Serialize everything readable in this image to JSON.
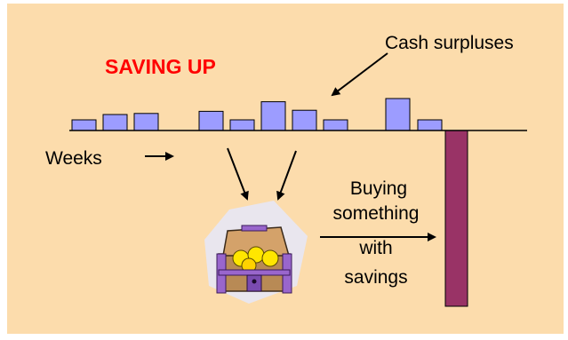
{
  "title": "SAVING UP",
  "labels": {
    "cash_surpluses": "Cash surpluses",
    "weeks": "Weeks",
    "buying_line1": "Buying",
    "buying_line2": "something",
    "buying_line3": "with",
    "buying_line4": "savings"
  },
  "colors": {
    "background": "#FCDCAC",
    "title": "#FF0000",
    "surplus_bar": "#9C9CFF",
    "spend_bar": "#993366"
  },
  "icons": [
    "treasure-chest-icon"
  ],
  "chart_data": {
    "type": "bar",
    "surpluses": [
      1,
      1.5,
      1.6,
      1.8,
      1,
      2.7,
      1.9,
      1,
      3,
      1
    ],
    "purchase": 16.5
  }
}
